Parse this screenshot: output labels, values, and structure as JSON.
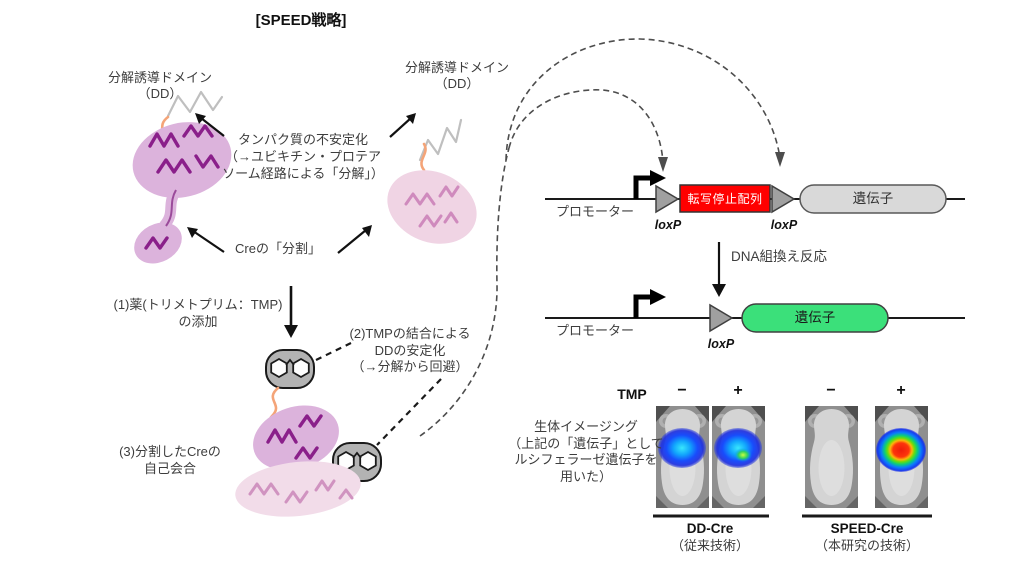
{
  "title": "[SPEED戦略]",
  "strategy": {
    "dd_left": [
      "分解誘導ドメイン",
      "（DD）"
    ],
    "dd_right": [
      "分解誘導ドメイン",
      "（DD）"
    ],
    "destabilization": [
      "タンパク質の不安定化",
      "（→ユビキチン・プロテア",
      "ソーム経路による「分解」）"
    ],
    "cre_split": "Creの「分割」",
    "step1": [
      "(1)薬(トリメトプリム：TMP)",
      "の添加"
    ],
    "step2": [
      "(2)TMPの結合による",
      "DDの安定化",
      "（→分解から回避）"
    ],
    "step3": [
      "(3)分割したCreの",
      "自己会合"
    ]
  },
  "dna": {
    "top": {
      "promoter": "プロモーター",
      "loxp_left": "loxP",
      "stop_cassette": "転写停止配列",
      "loxp_right": "loxP",
      "gene": "遺伝子"
    },
    "reaction": "DNA組換え反応",
    "bottom": {
      "promoter": "プロモーター",
      "loxp": "loxP",
      "gene": "遺伝子"
    }
  },
  "imaging": {
    "tmp": "TMP",
    "signs": [
      "−",
      "+",
      "−",
      "+"
    ],
    "caption": [
      "生体イメージング",
      "（上記の「遺伝子」として",
      "ルシフェラーゼ遺伝子を",
      "用いた）"
    ],
    "groups": [
      {
        "name": "DD-Cre",
        "sub": "（従来技術）"
      },
      {
        "name": "SPEED-Cre",
        "sub": "（本研究の技術）"
      }
    ]
  },
  "colors": {
    "stop_box": "#ff0000",
    "gene_gray": "#d9d9d9",
    "gene_green": "#3be07a",
    "triangle_gray": "#a0a0a0",
    "linker_orange": "#f4a478",
    "dd_squiggle_gray": "#bfbfbf",
    "protein_purple_dark": "#8a1f8a",
    "protein_purple_light": "#dcb3dc",
    "protein_pink_light": "#f0d4e4",
    "lum_blue": "#0840ff",
    "lum_green": "#30d060",
    "lum_red": "#ee1100"
  }
}
